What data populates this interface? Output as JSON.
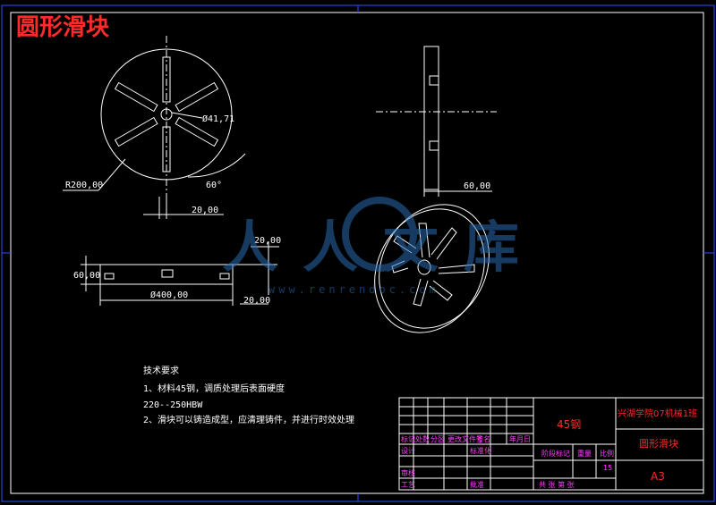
{
  "title": "圆形滑块",
  "front_view": {
    "dim_diameter": "Ø41,71",
    "dim_radius": "R200,00",
    "dim_angle": "60°",
    "dim_slot_width": "20,00"
  },
  "side_view": {
    "dim_width": "60,00"
  },
  "section_view": {
    "dim_height": "60,00",
    "dim_top": "20,00",
    "dim_diameter": "Ø400,00",
    "dim_bottom": "20,00"
  },
  "watermark": {
    "text_cn": "人人文库",
    "text_url": "www.renrendoc.com"
  },
  "tech_notes": {
    "heading": "技术要求",
    "line1": "1、材料45钢，调质处理后表面硬度",
    "line2": "220--250HBW",
    "line3": "2、滑块可以铸造成型，应清理铸件，并进行时效处理"
  },
  "title_block": {
    "material": "45钢",
    "school": "兴湖学院07机械1班",
    "part_name": "圆形滑块",
    "paper_size": "A3",
    "col_labels": [
      "标记",
      "处数",
      "分区",
      "更改文件号",
      "签名",
      "年月日"
    ],
    "row_design": "设计",
    "row_design_extra": "标准化",
    "row_review": "审核",
    "row_process": "工艺",
    "row_approve": "批准",
    "stage_label": "阶段标记",
    "weight_label": "重量",
    "scale_label": "比例",
    "scale_value": "15",
    "sheet_label": "共  张 第  张"
  }
}
